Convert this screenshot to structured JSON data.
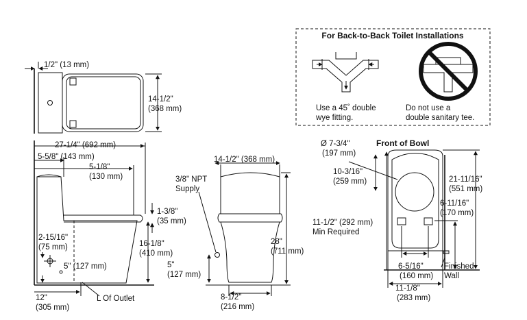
{
  "top_view": {
    "offset": "1/2\" (13 mm)",
    "depth_in": "14-1/2\"",
    "depth_mm": "(368 mm)"
  },
  "side_view": {
    "overall_in": "27-1/4\" (692 mm)",
    "tank_to_wall": "5-5/8\" (143 mm)",
    "seat_offset_in": "5-1/8\"",
    "seat_offset_mm": "(130 mm)",
    "seat_step_in": "1-3/8\"",
    "seat_step_mm": "(35 mm)",
    "supply_h_in": "2-15/16\"",
    "supply_h_mm": "(75 mm)",
    "supply_x": "5\" (127 mm)",
    "seat_height_in": "16-1/8\"",
    "seat_height_mm": "(410 mm)",
    "rough_in_in": "12\"",
    "rough_in_mm": "(305 mm)",
    "outlet": "L Of Outlet"
  },
  "front_view": {
    "width": "14-1/2\" (368 mm)",
    "supply_in": "3/8\" NPT",
    "supply_text": "Supply",
    "supply_h_in": "5\"",
    "supply_h_mm": "(127 mm)",
    "height_in": "28\"",
    "height_mm": "(711 mm)",
    "base_in": "8-1/2\"",
    "base_mm": "(216 mm)"
  },
  "back_to_back": {
    "title": "For Back-to-Back Toilet Installations",
    "ok_line1": "Use a 45˚ double",
    "ok_line2": "wye fitting.",
    "no_line1": "Do not use a",
    "no_line2": "double sanitary tee."
  },
  "plan_view": {
    "title": "Front of Bowl",
    "outlet_dia_in": "Ø 7-3/4\"",
    "outlet_dia_mm": "(197 mm)",
    "outlet_pos_in": "10-3/16\"",
    "outlet_pos_mm": "(259 mm)",
    "clear_in": "11-1/2\" (292 mm)",
    "clear_note": "Min Required",
    "length_in": "21-11/16\"",
    "length_mm": "(551 mm)",
    "bolt_pos_in": "6-11/16\"",
    "bolt_pos_mm": "(170 mm)",
    "bolt_spacing_in": "6-5/16\"",
    "bolt_spacing_mm": "(160 mm)",
    "base_width_in": "11-1/8\"",
    "base_width_mm": "(283 mm)",
    "wall_1": "Finished",
    "wall_2": "Wall"
  }
}
